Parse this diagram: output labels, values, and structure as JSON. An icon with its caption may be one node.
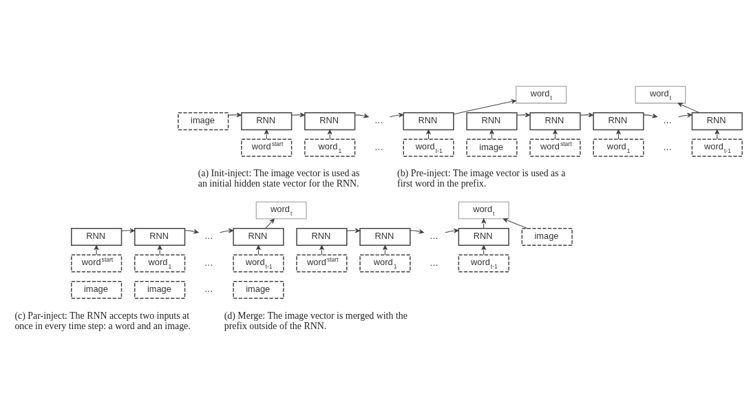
{
  "diagram": {
    "nodes": [
      {
        "text": [
          "word$_{t}$"
        ]
      },
      {
        "text": [
          "image"
        ]
      },
      {
        "text": [
          "RNN"
        ]
      },
      {
        "text": [
          "RNN"
        ]
      },
      {
        "text": [
          "…"
        ]
      },
      {
        "text": [
          "RNN"
        ]
      },
      {
        "text": [
          "word$^{start}$"
        ]
      },
      {
        "text": [
          "word$_{1}$"
        ]
      },
      {
        "text": [
          "word$_{t-1}$"
        ]
      },
      {
        "text": [
          "word$_{t}$"
        ]
      },
      {
        "text": [
          "RNN"
        ]
      },
      {
        "text": [
          "RNN"
        ]
      },
      {
        "text": [
          "RNN"
        ]
      },
      {
        "text": [
          "…"
        ]
      },
      {
        "text": [
          "RNN"
        ]
      },
      {
        "text": [
          "image"
        ]
      },
      {
        "text": [
          "word$^{start}$"
        ]
      },
      {
        "text": [
          "word$_{1}$"
        ]
      },
      {
        "text": [
          "word$_{t-1}$"
        ]
      },
      {
        "text": [
          "word$_{t}$"
        ]
      },
      {
        "text": [
          "RNN"
        ]
      },
      {
        "text": [
          "RNN"
        ]
      },
      {
        "text": [
          "…"
        ]
      },
      {
        "text": [
          "RNN"
        ]
      },
      {
        "text": [
          "word$^{start}$"
        ]
      },
      {
        "text": [
          "word$_{1}$"
        ]
      },
      {
        "text": [
          "word$_{t-1}$"
        ]
      },
      {
        "text": [
          "image"
        ]
      },
      {
        "text": [
          "image"
        ]
      },
      {
        "text": [
          "image"
        ]
      },
      {
        "text": [
          "word$_{t}$"
        ]
      },
      {
        "text": [
          "image"
        ]
      },
      {
        "text": [
          "RNN"
        ]
      },
      {
        "text": [
          "RNN"
        ]
      },
      {
        "text": [
          "…"
        ]
      },
      {
        "text": [
          "RNN"
        ]
      },
      {
        "text": [
          "word$^{start}$"
        ]
      },
      {
        "text": [
          "word$_{1}$"
        ]
      },
      {
        "text": [
          "word$_{t-1}$"
        ]
      }
    ],
    "edges": [
      {
        "from": 1,
        "to": 2,
        "arrow": "to"
      },
      {
        "from": 2,
        "to": 3,
        "arrow": "to"
      },
      {
        "from": 3,
        "to": 4,
        "arrow": "to"
      },
      {
        "from": 4,
        "to": 5,
        "arrow": "to"
      },
      {
        "from": 5,
        "to": 0,
        "arrow": "to"
      },
      {
        "from": 6,
        "to": 2,
        "arrow": "to"
      },
      {
        "from": 7,
        "to": 3,
        "arrow": "to"
      },
      {
        "from": 8,
        "to": 5,
        "arrow": "to"
      },
      {
        "from": 10,
        "to": 11,
        "arrow": "to"
      },
      {
        "from": 11,
        "to": 12,
        "arrow": "to"
      },
      {
        "from": 12,
        "to": 13,
        "arrow": "to"
      },
      {
        "from": 13,
        "to": 14,
        "arrow": "to"
      },
      {
        "from": 14,
        "to": 9,
        "arrow": "to"
      },
      {
        "from": 15,
        "to": 10,
        "arrow": "to"
      },
      {
        "from": 16,
        "to": 11,
        "arrow": "to"
      },
      {
        "from": 17,
        "to": 12,
        "arrow": "to"
      },
      {
        "from": 18,
        "to": 14,
        "arrow": "to"
      },
      {
        "from": 20,
        "to": 21,
        "arrow": "to"
      },
      {
        "from": 21,
        "to": 22,
        "arrow": "to"
      },
      {
        "from": 22,
        "to": 23,
        "arrow": "to"
      },
      {
        "from": 23,
        "to": 19,
        "arrow": "to"
      },
      {
        "from": 24,
        "to": 20,
        "arrow": "to"
      },
      {
        "from": 25,
        "to": 21,
        "arrow": "to"
      },
      {
        "from": 26,
        "to": 23,
        "arrow": "to"
      },
      {
        "from": 32,
        "to": 33,
        "arrow": "to"
      },
      {
        "from": 33,
        "to": 34,
        "arrow": "to"
      },
      {
        "from": 34,
        "to": 35,
        "arrow": "to"
      },
      {
        "from": 35,
        "to": 30,
        "arrow": "to"
      },
      {
        "from": 31,
        "to": 30,
        "arrow": "to"
      },
      {
        "from": 36,
        "to": 32,
        "arrow": "to"
      },
      {
        "from": 37,
        "to": 33,
        "arrow": "to"
      },
      {
        "from": 38,
        "to": 35,
        "arrow": "to"
      }
    ],
    "labels": [
      "…",
      "…",
      "(a) Init-inject: The image vector is used as an initial hidden state vector for the RNN.",
      "(b) Pre-inject: The image vector is used as a first word in the prefix.",
      "…",
      "…",
      "…",
      "(c) Par-inject: The RNN accepts two inputs at once in every time step: a word and an image.",
      "(d) Merge: The image vector is merged with the prefix outside of the RNN."
    ]
  }
}
